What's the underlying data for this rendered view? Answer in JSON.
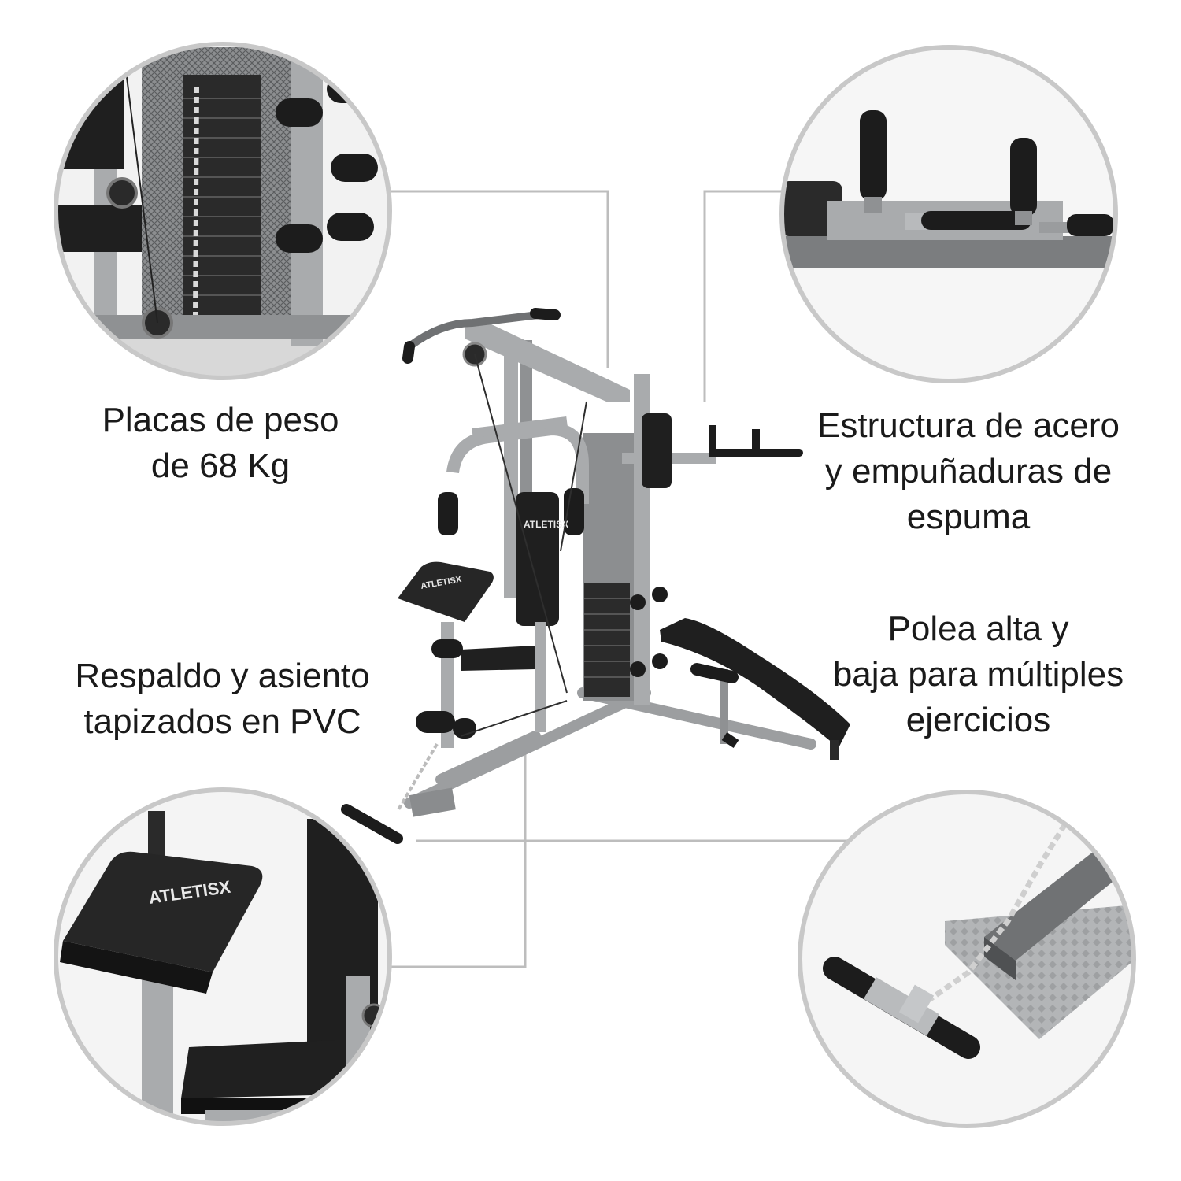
{
  "colors": {
    "background": "#ffffff",
    "circle_border": "#c8c8c8",
    "leader_line": "#bdbdbd",
    "frame_steel": "#a9abad",
    "frame_dark": "#6f7173",
    "foam_black": "#1c1c1c",
    "text": "#1a1a1a"
  },
  "brand": "ATLETISX",
  "captions": {
    "weight_plates": [
      "Placas de peso",
      "de 68 Kg"
    ],
    "steel_frame": [
      "Estructura de acero",
      "y empuñaduras de",
      "espuma"
    ],
    "pulleys": [
      "Polea alta y",
      "baja para múltiples",
      "ejercicios"
    ],
    "upholstery": [
      "Respaldo y asiento",
      "tapizados en PVC"
    ]
  },
  "icons": {
    "detail_top_left": "weight-stack-photo-icon",
    "detail_top_right": "dip-handles-photo-icon",
    "detail_bottom_left": "preacher-seat-photo-icon",
    "detail_bottom_right": "cable-handle-photo-icon",
    "center": "home-gym-machine-icon"
  }
}
